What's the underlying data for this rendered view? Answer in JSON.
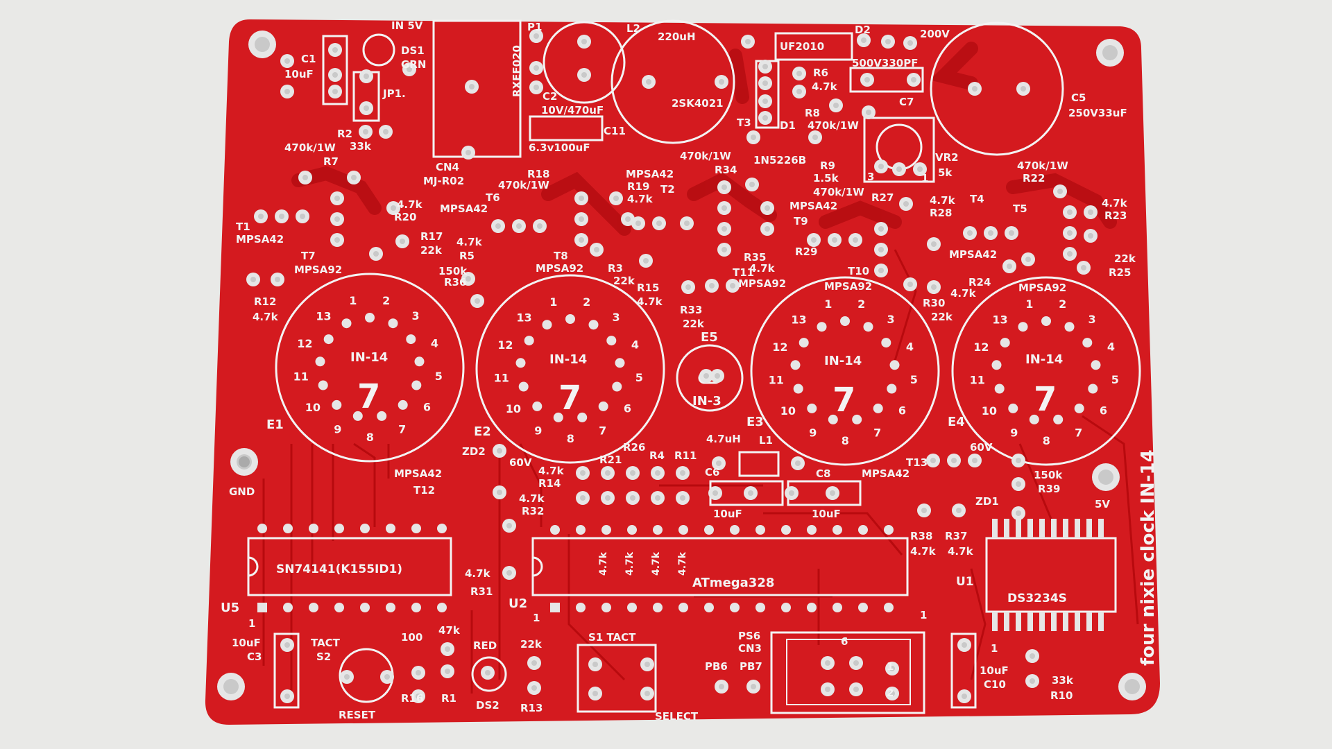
{
  "colors": {
    "background": "#e9e9e7",
    "board": "#d41a1f",
    "trace": "#b3080c",
    "silkscreen": "#f3f3f3",
    "pad": "#e6e6e6",
    "hole": "#c9c9c9"
  },
  "board_title": "four nixie clock IN-14",
  "power": {
    "in": "IN 5V",
    "gnd": "GND",
    "out": "5V"
  },
  "tubes": [
    {
      "ref": "E1",
      "type": "IN-14",
      "digit": "7"
    },
    {
      "ref": "E2",
      "type": "IN-14",
      "digit": "7"
    },
    {
      "ref": "E3",
      "type": "IN-14",
      "digit": "7"
    },
    {
      "ref": "E4",
      "type": "IN-14",
      "digit": "7"
    }
  ],
  "neon": {
    "ref": "E5",
    "type": "IN-3"
  },
  "tube_pins": [
    "1",
    "2",
    "3",
    "4",
    "5",
    "6",
    "7",
    "8",
    "9",
    "10",
    "11",
    "12",
    "13"
  ],
  "ics": [
    {
      "ref": "U5",
      "part": "SN74141(K155ID1)"
    },
    {
      "ref": "U2",
      "part": "ATmega328"
    },
    {
      "ref": "U1",
      "part": "DS3234S"
    }
  ],
  "labels": {
    "c1": "C1",
    "c1v": "10uF",
    "ds1": "DS1",
    "grn": "GRN",
    "jp1": "JP1.",
    "r2": "R2",
    "r2v": "33k",
    "cn4": "CN4",
    "cn4v": "MJ-R02",
    "p1": "P1",
    "p1v": "RXEF020",
    "c2": "C2",
    "c2v": "10V/470uF",
    "c11": "C11",
    "c11v": "6.3v100uF",
    "l2": "L2",
    "l2v": "220uH",
    "t3": "2SK4021",
    "d2": "D2",
    "d2v": "UF2010",
    "v200": "200V",
    "c7v": "500V330PF",
    "c7": "C7",
    "r6": "R6",
    "r6v": "4.7k",
    "r8": "R8",
    "r8v": "470k/1W",
    "t3ref": "T3",
    "d1": "D1",
    "d1v": "1N5226B",
    "r9": "R9",
    "r9v": "1.5k",
    "vr2": "VR2",
    "vr2v": "5k",
    "vr2p3": "3",
    "vr2p1": "1",
    "c5": "C5",
    "c5v": "250V33uF",
    "r7v": "470k/1W",
    "r7": "R7",
    "t1": "T1",
    "t1v": "MPSA42",
    "t7": "T7",
    "t7v": "MPSA92",
    "r20v": "4.7k",
    "r20": "R20",
    "r17": "R17",
    "r17v": "22k",
    "r12": "R12",
    "r12v": "4.7k",
    "r18": "R18",
    "r18v": "470k/1W",
    "t6": "T6",
    "t6v": "MPSA42",
    "r5v": "4.7k",
    "r5": "R5",
    "r36v": "150k",
    "r36": "R36",
    "t8": "T8",
    "t8v": "MPSA92",
    "t2v": "MPSA42",
    "r19": "R19",
    "r19v": "4.7k",
    "t2": "T2",
    "r3": "R3",
    "r3v": "22k",
    "r15": "R15",
    "r15v": "4.7k",
    "r34v": "470k/1W",
    "r34": "R34",
    "r35": "R35",
    "r35v": "4.7k",
    "t11": "T11",
    "t11v": "MPSA92",
    "r33": "R33",
    "r33v": "22k",
    "t9v": "MPSA42",
    "t9": "T9",
    "r27v": "470k/1W",
    "r27": "R27",
    "r28v": "4.7k",
    "r28": "R28",
    "t10": "T10",
    "r29": "R29",
    "t10v": "MPSA92",
    "r30": "R30",
    "r30v": "22k",
    "t4": "T4",
    "t4v": "MPSA42",
    "r22v": "470k/1W",
    "r22": "R22",
    "t5": "T5",
    "r23v": "4.7k",
    "r23": "R23",
    "r25v": "22k",
    "r25": "R25",
    "r24": "R24",
    "r24v": "4.7k",
    "t5v": "MPSA92",
    "zd2": "ZD2",
    "zd2v": "60V",
    "t12v": "MPSA42",
    "t12": "T12",
    "r14v": "4.7k",
    "r14": "R14",
    "r32v": "4.7k",
    "r32": "R32",
    "r21": "R21",
    "r26": "R26",
    "r4": "R4",
    "r11": "R11",
    "l1v": "4.7uH",
    "l1": "L1",
    "c6": "C6",
    "c8": "C8",
    "c6v": "10uF",
    "c8v": "10uF",
    "t13v": "MPSA42",
    "t13": "T13",
    "zd1v": "60V",
    "zd1": "ZD1",
    "r39v": "150k",
    "r39": "R39",
    "r38": "R38",
    "r37": "R37",
    "r38v": "4.7k",
    "r37v": "4.7k",
    "r31v": "4.7k",
    "r31": "R31",
    "k47": "4.7k",
    "pin1": "1",
    "c3v": "10uF",
    "c3": "C3",
    "tact": "TACT",
    "s2": "S2",
    "reset": "RESET",
    "r16v": "100",
    "r16": "R16",
    "r1v": "47k",
    "r1": "R1",
    "red": "RED",
    "ds2": "DS2",
    "r13v": "22k",
    "r13": "R13",
    "s1": "S1 TACT",
    "select": "SELECT",
    "ps6": "PS6",
    "cn3": "CN3",
    "pb6": "PB6",
    "pb7": "PB7",
    "isp6": "6",
    "isp1": "1",
    "isp2": "2",
    "c10v": "10uF",
    "c10": "C10",
    "r10v": "33k",
    "r10": "R10"
  }
}
